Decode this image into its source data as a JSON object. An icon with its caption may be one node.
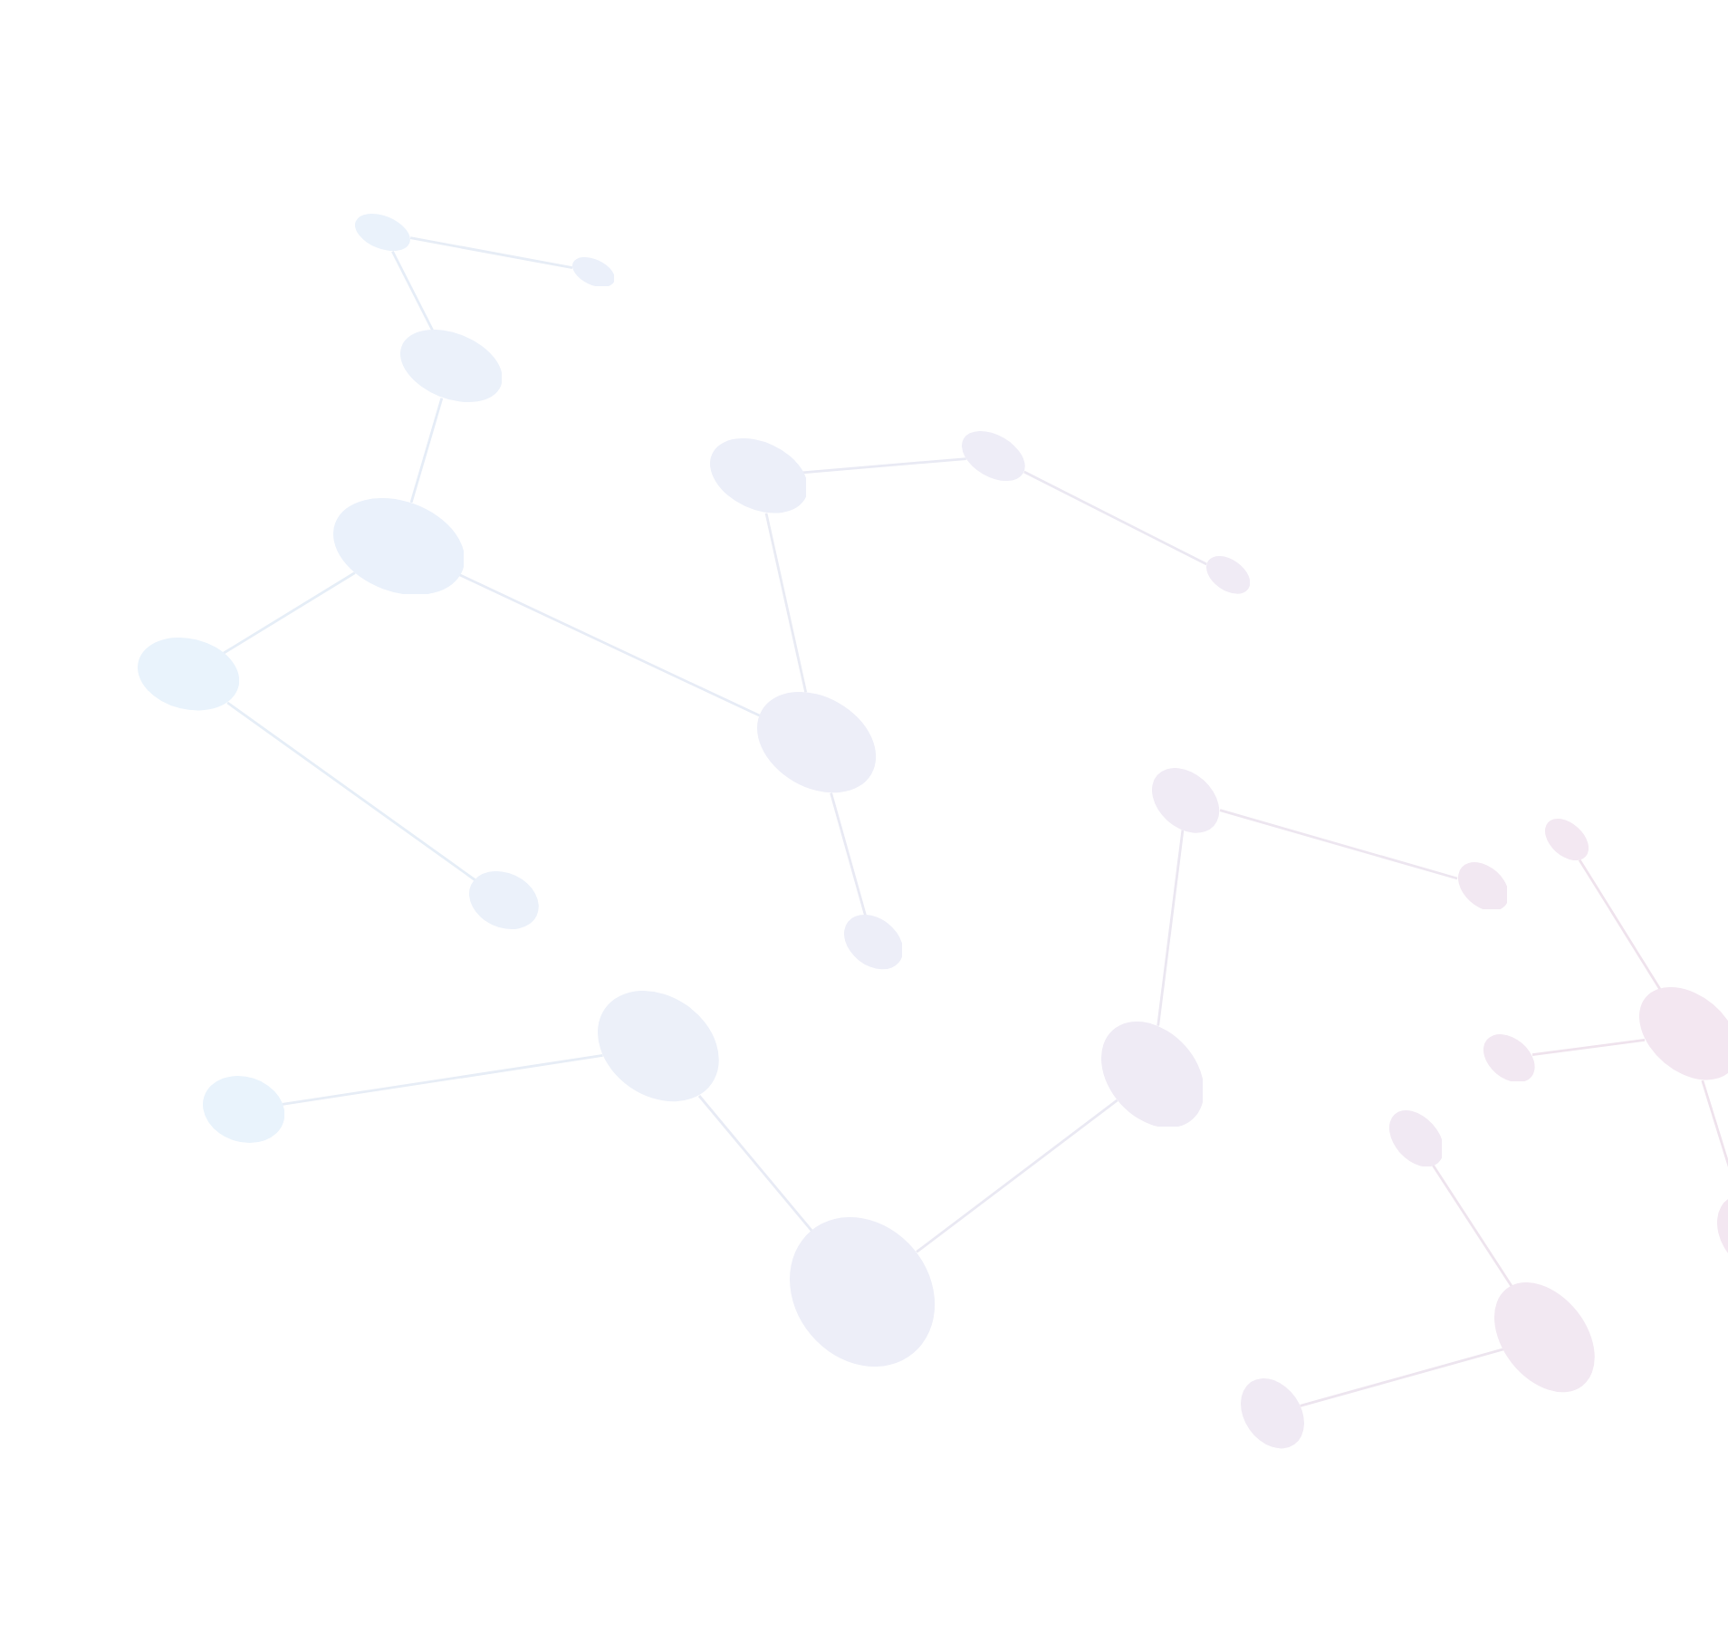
{
  "diagram": {
    "nodes": [
      {
        "text": [],
        "shape": "ellipse"
      },
      {
        "text": [],
        "shape": "ellipse"
      },
      {
        "text": [],
        "shape": "ellipse"
      },
      {
        "text": [],
        "shape": "ellipse"
      },
      {
        "text": [],
        "shape": "ellipse"
      },
      {
        "text": [],
        "shape": "ellipse"
      },
      {
        "text": [],
        "shape": "ellipse"
      },
      {
        "text": [],
        "shape": "ellipse"
      },
      {
        "text": [],
        "shape": "ellipse"
      },
      {
        "text": [],
        "shape": "ellipse"
      },
      {
        "text": [],
        "shape": "ellipse"
      },
      {
        "text": [],
        "shape": "ellipse"
      },
      {
        "text": [],
        "shape": "ellipse"
      },
      {
        "text": [],
        "shape": "ellipse"
      },
      {
        "text": [],
        "shape": "ellipse"
      },
      {
        "text": [],
        "shape": "ellipse"
      },
      {
        "text": [],
        "shape": "ellipse"
      },
      {
        "text": [],
        "shape": "ellipse"
      },
      {
        "text": [],
        "shape": "ellipse"
      },
      {
        "text": [],
        "shape": "ellipse"
      },
      {
        "text": [],
        "shape": "ellipse"
      },
      {
        "text": [],
        "shape": "ellipse"
      },
      {
        "text": [],
        "shape": "ellipse"
      },
      {
        "text": [],
        "shape": "ellipse"
      }
    ],
    "edges": [
      {
        "from": 0,
        "to": 1,
        "arrow": "none"
      },
      {
        "from": 0,
        "to": 2,
        "arrow": "none"
      },
      {
        "from": 2,
        "to": 5,
        "arrow": "none"
      },
      {
        "from": 4,
        "to": 3,
        "arrow": "none"
      },
      {
        "from": 3,
        "to": 6,
        "arrow": "none"
      },
      {
        "from": 5,
        "to": 7,
        "arrow": "none"
      },
      {
        "from": 5,
        "to": 8,
        "arrow": "none"
      },
      {
        "from": 4,
        "to": 8,
        "arrow": "none"
      },
      {
        "from": 7,
        "to": 12,
        "arrow": "none"
      },
      {
        "from": 8,
        "to": 13,
        "arrow": "none"
      },
      {
        "from": 9,
        "to": 11,
        "arrow": "none"
      },
      {
        "from": 9,
        "to": 17,
        "arrow": "none"
      },
      {
        "from": 10,
        "to": 14,
        "arrow": "none"
      },
      {
        "from": 14,
        "to": 16,
        "arrow": "none"
      },
      {
        "from": 14,
        "to": 20,
        "arrow": "none"
      },
      {
        "from": 15,
        "to": 18,
        "arrow": "none"
      },
      {
        "from": 17,
        "to": 21,
        "arrow": "none"
      },
      {
        "from": 21,
        "to": 15,
        "arrow": "none"
      },
      {
        "from": 19,
        "to": 22,
        "arrow": "none"
      },
      {
        "from": 22,
        "to": 23,
        "arrow": "none"
      }
    ]
  }
}
